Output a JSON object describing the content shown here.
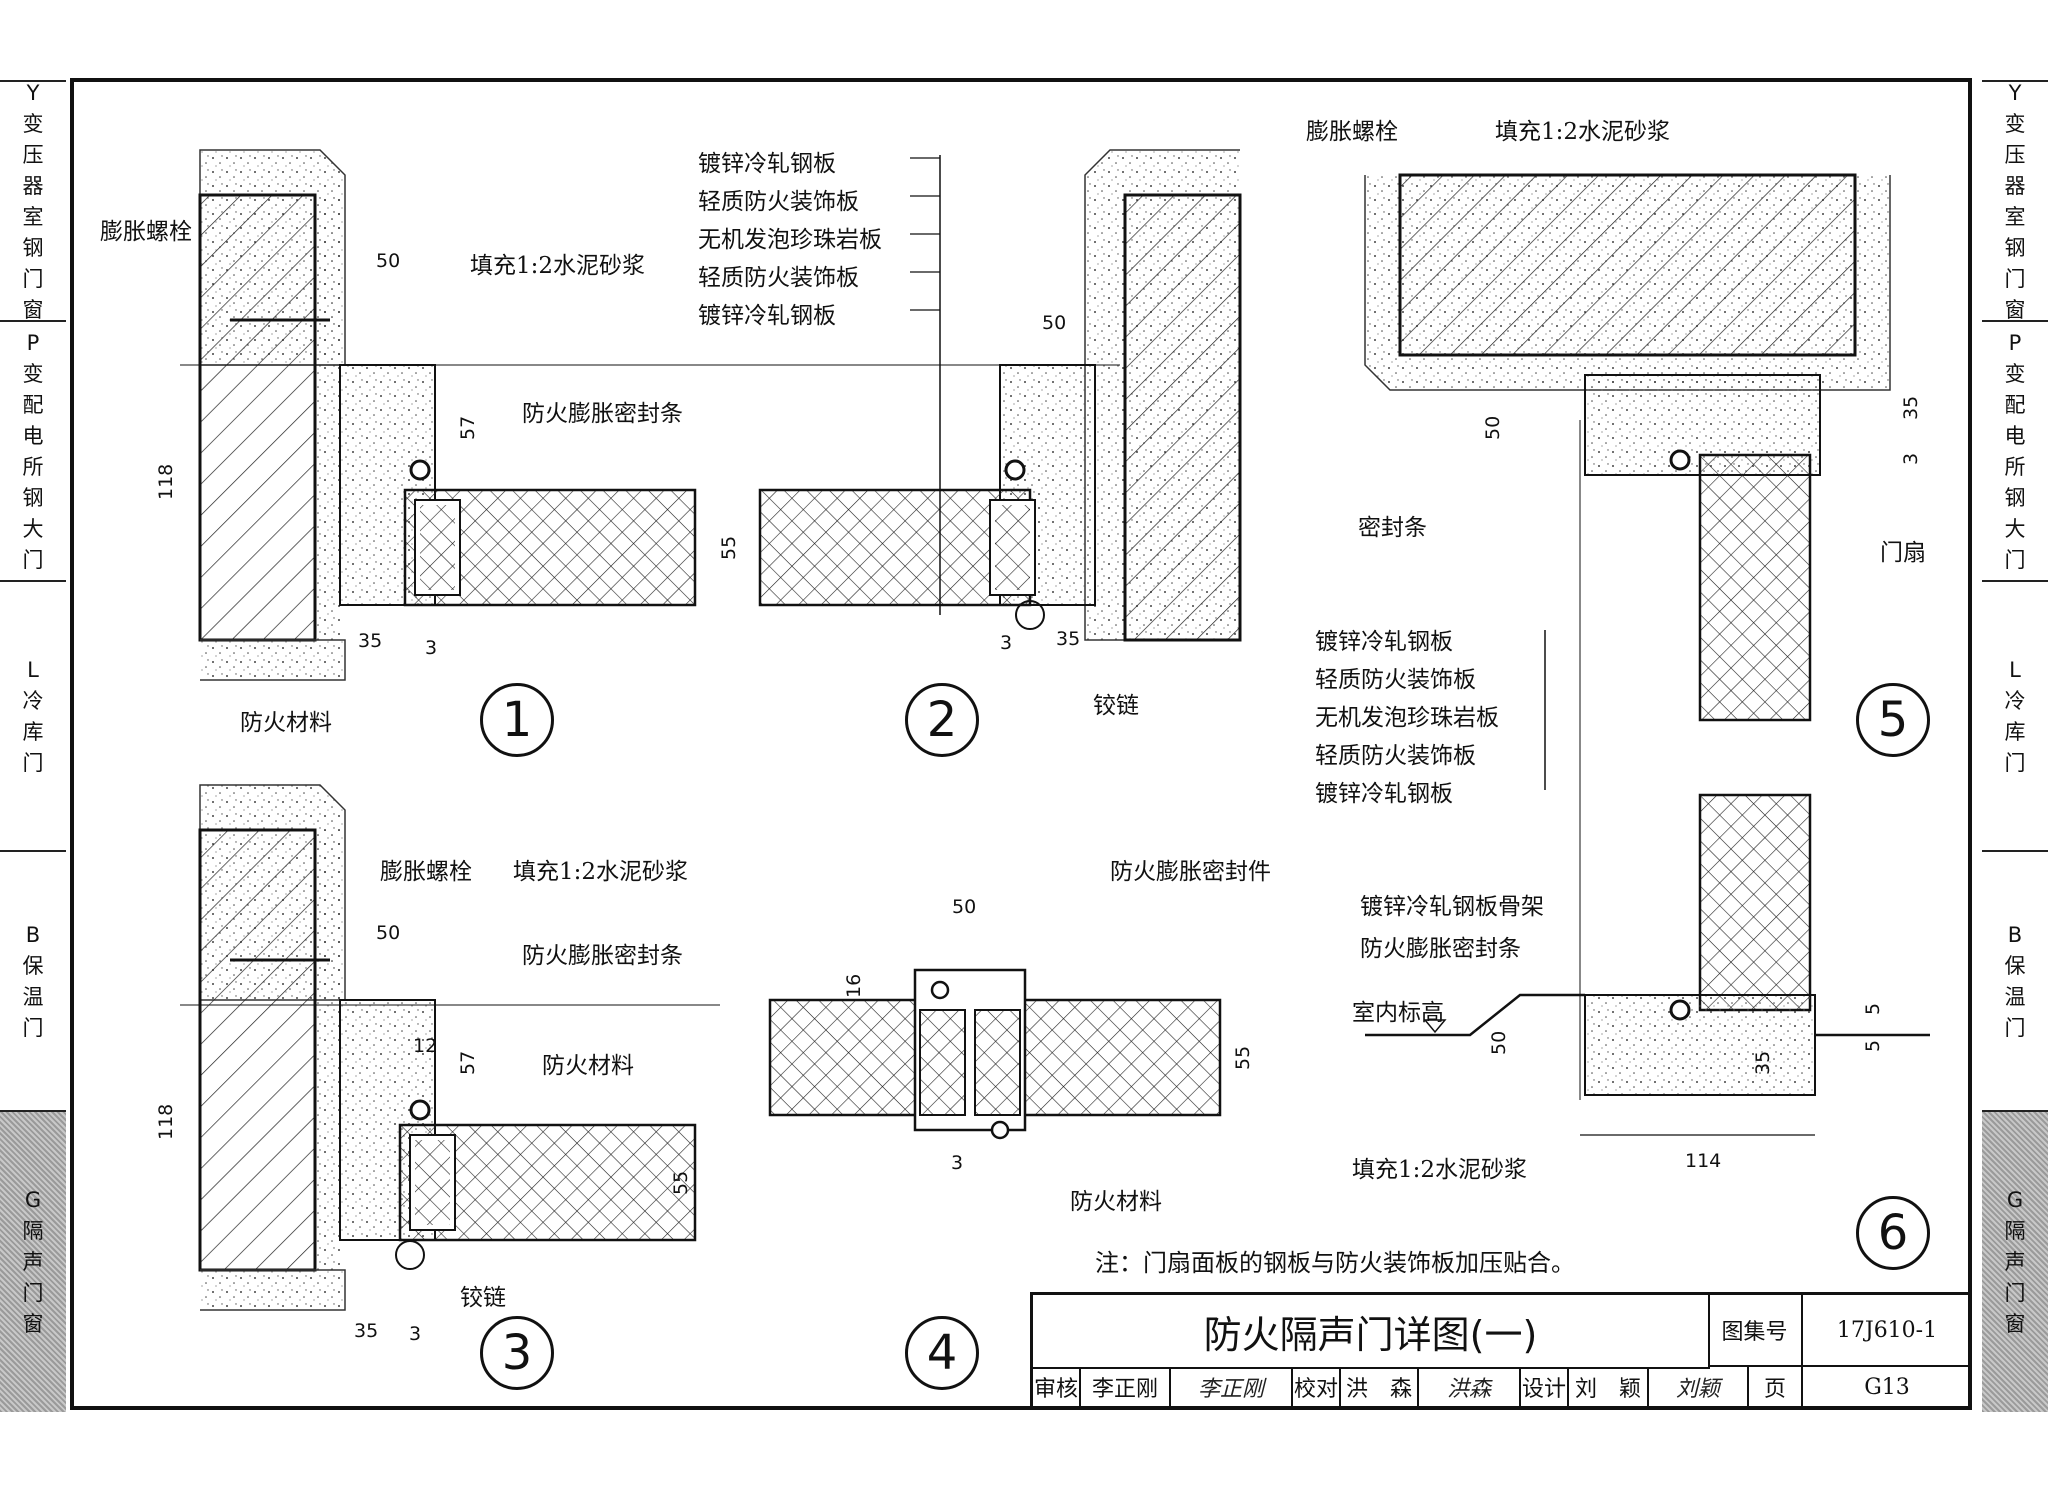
{
  "side_tabs": [
    {
      "code": "Y",
      "text": "变压器室钢门窗",
      "active": false
    },
    {
      "code": "P",
      "text": "变配电所钢大门",
      "active": false
    },
    {
      "code": "L",
      "text": "冷库门",
      "active": false
    },
    {
      "code": "B",
      "text": "保温门",
      "active": false
    },
    {
      "code": "G",
      "text": "隔声门窗",
      "active": true
    }
  ],
  "details": {
    "d1": {
      "number": "1",
      "labels": {
        "bolt": "膨胀螺栓",
        "fill": "填充1:2水泥砂浆",
        "seal": "防火膨胀密封条",
        "fire": "防火材料"
      },
      "dims": {
        "a": "50",
        "b": "57",
        "c": "118",
        "d": "35",
        "e": "3"
      }
    },
    "d2": {
      "number": "2",
      "layers": [
        "镀锌冷轧钢板",
        "轻质防火装饰板",
        "无机发泡珍珠岩板",
        "轻质防火装饰板",
        "镀锌冷轧钢板"
      ],
      "labels": {
        "hinge": "铰链"
      },
      "dims": {
        "a": "50",
        "b": "55",
        "c": "3",
        "d": "35"
      }
    },
    "d3": {
      "number": "3",
      "labels": {
        "bolt": "膨胀螺栓",
        "fill": "填充1:2水泥砂浆",
        "seal": "防火膨胀密封条",
        "fire": "防火材料",
        "hinge": "铰链"
      },
      "dims": {
        "a": "50",
        "b": "12",
        "c": "57",
        "d": "118",
        "e": "55",
        "f": "35",
        "g": "3"
      }
    },
    "d4": {
      "number": "4",
      "labels": {
        "seal_part": "防火膨胀密封件",
        "fire": "防火材料"
      },
      "dims": {
        "a": "50",
        "b": "16",
        "c": "55",
        "d": "3"
      }
    },
    "d5": {
      "number": "5",
      "labels": {
        "bolt": "膨胀螺栓",
        "fill": "填充1:2水泥砂浆",
        "seal": "密封条",
        "leaf": "门扇"
      },
      "layers": [
        "镀锌冷轧钢板",
        "轻质防火装饰板",
        "无机发泡珍珠岩板",
        "轻质防火装饰板",
        "镀锌冷轧钢板"
      ],
      "dims": {
        "a": "50",
        "b": "35",
        "c": "3"
      }
    },
    "d6": {
      "number": "6",
      "labels": {
        "frame": "镀锌冷轧钢板骨架",
        "seal": "防火膨胀密封条",
        "floor": "室内标高",
        "fill": "填充1:2水泥砂浆"
      },
      "dims": {
        "a": "50",
        "b": "35",
        "c": "5",
        "d": "5",
        "e": "114"
      }
    }
  },
  "note": "注：门扇面板的钢板与防火装饰板加压贴合。",
  "title_block": {
    "title": "防火隔声门详图(一)",
    "atlas_label": "图集号",
    "atlas_no": "17J610-1",
    "review_label": "审核",
    "reviewer": "李正刚",
    "reviewer_sig": "李正刚",
    "check_label": "校对",
    "checker": "洪　森",
    "checker_sig": "洪森",
    "design_label": "设计",
    "designer": "刘　颖",
    "designer_sig": "刘颖",
    "page_label": "页",
    "page_no": "G13"
  }
}
